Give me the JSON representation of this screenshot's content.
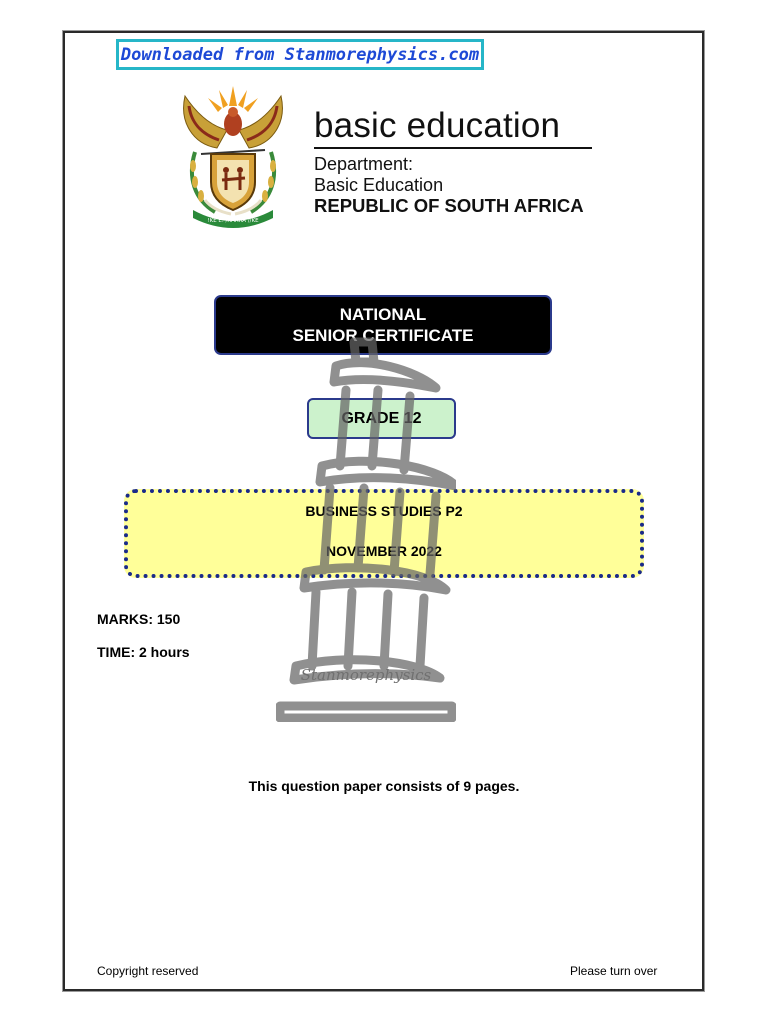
{
  "banner": {
    "text": "Downloaded from Stanmorephysics.com"
  },
  "department": {
    "title": "basic education",
    "line1": "Department:",
    "line2": "Basic Education",
    "line3": "REPUBLIC OF SOUTH AFRICA",
    "emblem_motto": "!KE E: /XARRA //KE"
  },
  "certificate": {
    "line1": "NATIONAL",
    "line2": "SENIOR CERTIFICATE"
  },
  "grade": {
    "label": "GRADE 12"
  },
  "subject": {
    "name": "BUSINESS STUDIES P2",
    "session": "NOVEMBER 2022"
  },
  "details": {
    "marks": "MARKS:  150",
    "time": "TIME:  2 hours"
  },
  "watermark": {
    "text": "Stanmorephysics",
    "icon": "leaning-tower-icon"
  },
  "note": "This question paper consists of 9 pages.",
  "footer": {
    "left": "Copyright reserved",
    "right": "Please turn over"
  },
  "colors": {
    "banner_border": "#26b6c8",
    "banner_text": "#1d49d6",
    "certificate_bg": "#000000",
    "grade_bg": "#ccf2cc",
    "subject_bg": "#ffff99",
    "box_border": "#2b3a8c"
  }
}
